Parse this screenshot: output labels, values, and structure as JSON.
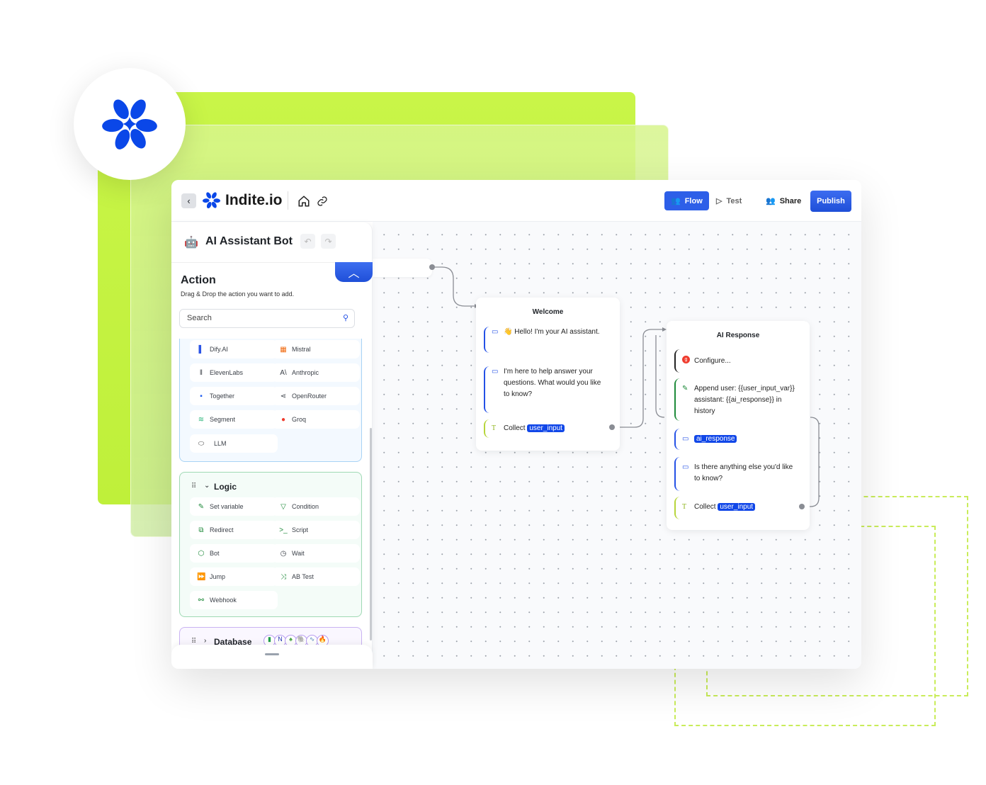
{
  "header": {
    "brand": "Indite.io",
    "flow": "Flow",
    "test": "Test",
    "share": "Share",
    "publish": "Publish"
  },
  "sidebar": {
    "bot_name": "AI Assistant Bot",
    "action_title": "Action",
    "action_subtitle": "Drag & Drop the action you want to add.",
    "search_placeholder": "Search",
    "ai_items": [
      "Dify.AI",
      "Mistral",
      "ElevenLabs",
      "Anthropic",
      "Together",
      "OpenRouter",
      "Segment",
      "Groq",
      "LLM"
    ],
    "logic": {
      "title": "Logic",
      "items": [
        "Set variable",
        "Condition",
        "Redirect",
        "Script",
        "Bot",
        "Wait",
        "Jump",
        "AB Test",
        "Webhook"
      ]
    },
    "database": {
      "title": "Database"
    }
  },
  "canvas": {
    "controls": {
      "variables": "{ }",
      "more": "···",
      "zoom_in": "+",
      "zoom_out": "−"
    },
    "welcome": {
      "title": "Welcome",
      "msg1": "👋 Hello! I'm your AI assistant.",
      "msg2": "I'm here to help answer your questions. What would you like to know?",
      "collect": "Collect",
      "var": "user_input"
    },
    "ai_response": {
      "title": "AI Response",
      "configure": "Configure...",
      "append": "Append user: {{user_input_var}} assistant: {{ai_response}} in history",
      "var_msg": "ai_response",
      "msg": "Is there anything else you'd like to know?",
      "collect": "Collect",
      "var": "user_input"
    }
  },
  "colors": {
    "accent": "#1f4fd8",
    "lime": "#c9f548",
    "logic_green": "#1e8a3a"
  }
}
